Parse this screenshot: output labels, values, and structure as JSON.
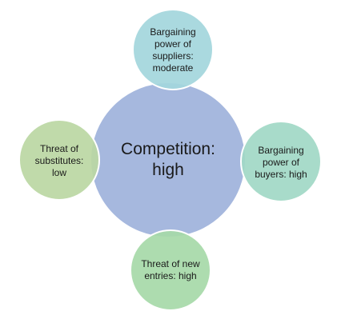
{
  "diagram": {
    "center": {
      "text": "Competition: high",
      "fill": "#a6b8de"
    },
    "nodes": {
      "top": {
        "text": "Bargaining power of suppliers: moderate",
        "fill": "#a3d6dc"
      },
      "right": {
        "text": "Bargaining power of buyers: high",
        "fill": "#a1d8c6"
      },
      "bottom": {
        "text": "Threat of new entries: high",
        "fill": "#a6d9a8"
      },
      "left": {
        "text": "Threat of substitutes: low",
        "fill": "#bbd7a3"
      }
    }
  }
}
